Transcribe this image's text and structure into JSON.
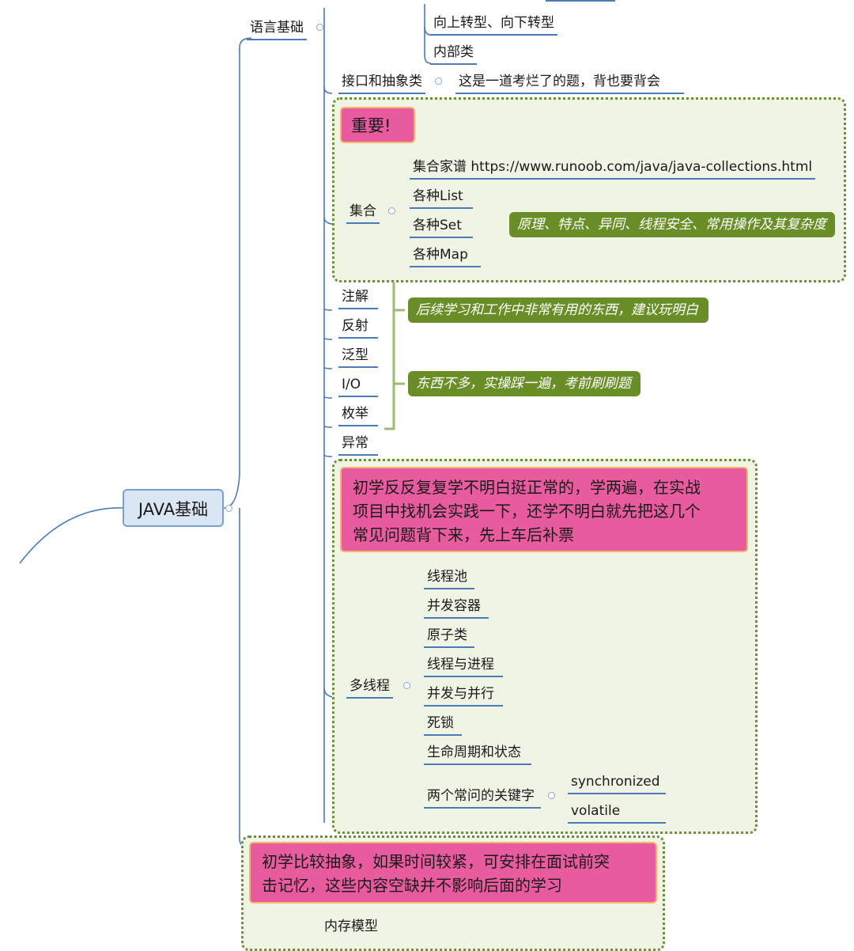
{
  "root": {
    "label": "JAVA基础"
  },
  "language_basics": {
    "label": "语言基础",
    "subitems": [
      "向上转型、向下转型",
      "内部类"
    ]
  },
  "interface": {
    "label": "接口和抽象类",
    "note": "这是一道考烂了的题，背也要背会"
  },
  "collections": {
    "callout": "重要!",
    "label": "集合",
    "family": "集合家谱 https://www.runoob.com/java/java-collections.html",
    "items": [
      "各种List",
      "各种Set",
      "各种Map"
    ],
    "note": "原理、特点、异同、线程安全、常用操作及其复杂度"
  },
  "misc": {
    "items": [
      "注解",
      "反射",
      "泛型",
      "I/O",
      "枚举",
      "异常"
    ],
    "note1": "后续学习和工作中非常有用的东西，建议玩明白",
    "note2": "东西不多，实操踩一遍，考前刷刷题"
  },
  "multithread": {
    "callout_lines": [
      "初学反反复复学不明白挺正常的，学两遍，在实战",
      "项目中找机会实践一下，还学不明白就先把这几个",
      "常见问题背下来，先上车后补票"
    ],
    "label": "多线程",
    "items": [
      "线程池",
      "并发容器",
      "原子类",
      "线程与进程",
      "并发与并行",
      "死锁",
      "生命周期和状态",
      "两个常问的关键字"
    ],
    "keywords": [
      "synchronized",
      "volatile"
    ]
  },
  "bottom": {
    "callout_lines": [
      "初学比较抽象，如果时间较紧，可安排在面试前突",
      "击记忆，这些内容空缺并不影响后面的学习"
    ],
    "label": "内存模型"
  },
  "colors": {
    "line": "#4a7ab8",
    "callout": "#e85b9f",
    "note": "#6a8e27",
    "group_border": "#6d8f3a"
  }
}
